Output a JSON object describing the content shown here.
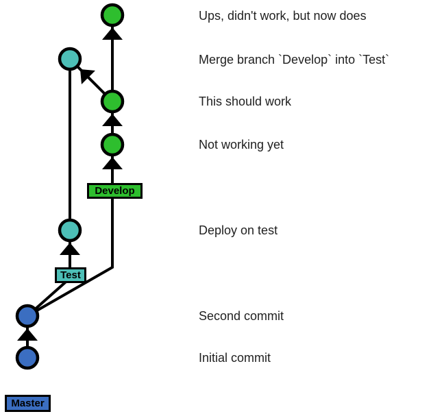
{
  "diagram_type": "git-commit-graph",
  "colors": {
    "background": "#ffffff",
    "outline": "#000000",
    "message_text": "#212121"
  },
  "branches": [
    {
      "label": "Master",
      "color": "#3b6ec1"
    },
    {
      "label": "Test",
      "color": "#4dbfb7"
    },
    {
      "label": "Develop",
      "color": "#2ebe2e"
    }
  ],
  "commits": [
    {
      "message": "Initial commit",
      "branch": "Master"
    },
    {
      "message": "Second commit",
      "branch": "Master"
    },
    {
      "message": "Deploy on test",
      "branch": "Test"
    },
    {
      "message": "Not working yet",
      "branch": "Develop"
    },
    {
      "message": "This should work",
      "branch": "Develop"
    },
    {
      "message": "Merge branch `Develop` into `Test`",
      "branch": "Test"
    },
    {
      "message": "Ups, didn't work, but now does",
      "branch": "Develop"
    }
  ],
  "edges": [
    {
      "from": "Initial commit",
      "to": "Second commit",
      "arrow": true
    },
    {
      "from": "Second commit",
      "to": "Deploy on test",
      "arrow": true
    },
    {
      "from": "Second commit",
      "to": "Not working yet",
      "arrow": true
    },
    {
      "from": "Deploy on test",
      "to": "Merge branch `Develop` into `Test`",
      "arrow": false
    },
    {
      "from": "Not working yet",
      "to": "This should work",
      "arrow": true
    },
    {
      "from": "This should work",
      "to": "Merge branch `Develop` into `Test`",
      "arrow": true
    },
    {
      "from": "This should work",
      "to": "Ups, didn't work, but now does",
      "arrow": true
    }
  ]
}
